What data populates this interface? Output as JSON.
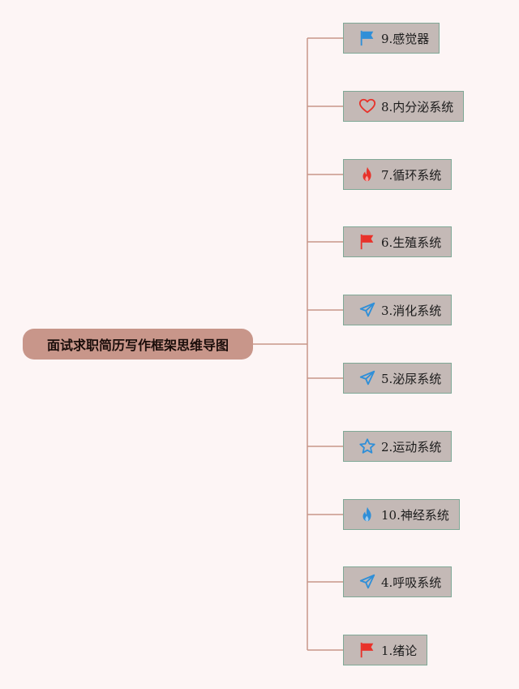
{
  "root": {
    "label": "面试求职简历写作框架思维导图"
  },
  "colors": {
    "connector": "#c8968a",
    "root_fill": "#c8968a",
    "branch_fill": "#c4b9b6",
    "branch_border": "#7fa896",
    "flag_blue": "#2f8fd8",
    "flag_red": "#e8322a",
    "heart_red": "#e8322a",
    "fire_red": "#e8322a",
    "fire_blue": "#2f8fd8",
    "plane_blue": "#2f8fd8",
    "star_blue": "#2f8fd8"
  },
  "branches": [
    {
      "label": "9.感觉器",
      "icon": "flag-icon",
      "icon_color": "#2f8fd8"
    },
    {
      "label": "8.内分泌系统",
      "icon": "heart-icon",
      "icon_color": "#e8322a"
    },
    {
      "label": "7.循环系统",
      "icon": "fire-icon",
      "icon_color": "#e8322a"
    },
    {
      "label": "6.生殖系统",
      "icon": "flag-icon",
      "icon_color": "#e8322a"
    },
    {
      "label": "3.消化系统",
      "icon": "paper-plane-icon",
      "icon_color": "#2f8fd8"
    },
    {
      "label": "5.泌尿系统",
      "icon": "paper-plane-icon",
      "icon_color": "#2f8fd8"
    },
    {
      "label": "2.运动系统",
      "icon": "star-icon",
      "icon_color": "#2f8fd8"
    },
    {
      "label": "10.神经系统",
      "icon": "fire-icon",
      "icon_color": "#2f8fd8"
    },
    {
      "label": "4.呼吸系统",
      "icon": "paper-plane-icon",
      "icon_color": "#2f8fd8"
    },
    {
      "label": "1.绪论",
      "icon": "flag-icon",
      "icon_color": "#e8322a"
    }
  ]
}
